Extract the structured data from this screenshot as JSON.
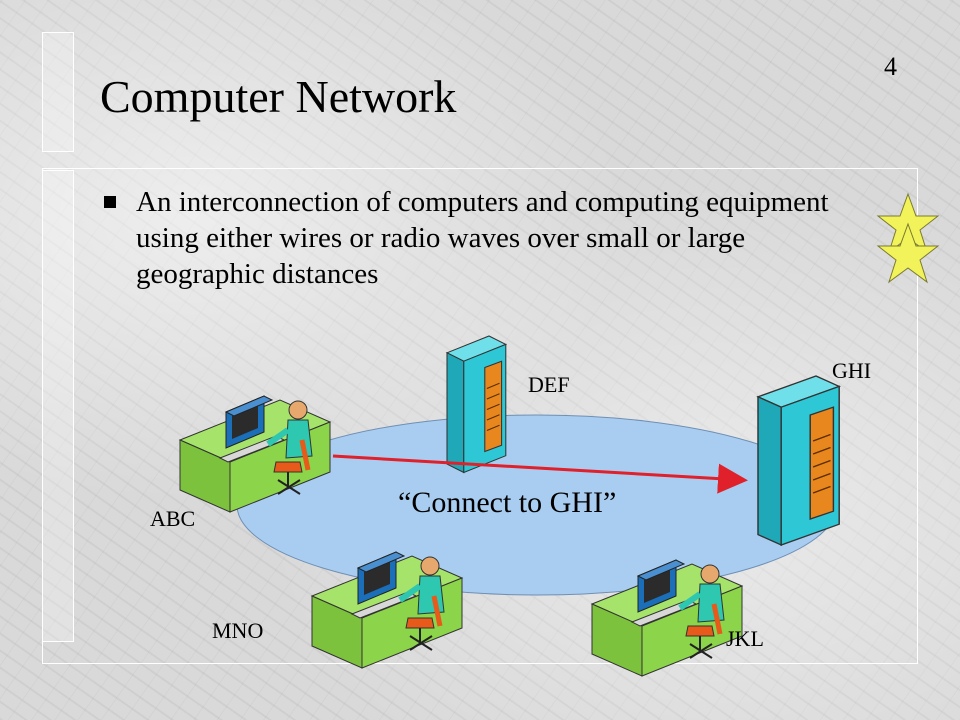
{
  "slide": {
    "page_number": "4",
    "title": "Computer Network",
    "bullet_text": "An interconnection of computers and computing equipment using either wires or radio waves over small or large geographic distances"
  },
  "diagram": {
    "node_labels": {
      "abc": "ABC",
      "def": "DEF",
      "ghi": "GHI",
      "jkl": "JKL",
      "mno": "MNO"
    },
    "message": "“Connect to GHI”",
    "colors": {
      "network_ellipse": "#a9cdf0",
      "desk": "#8cd44a",
      "server": "#2ec7d6",
      "arrow": "#e0202a",
      "star": "#f2f25a"
    }
  }
}
